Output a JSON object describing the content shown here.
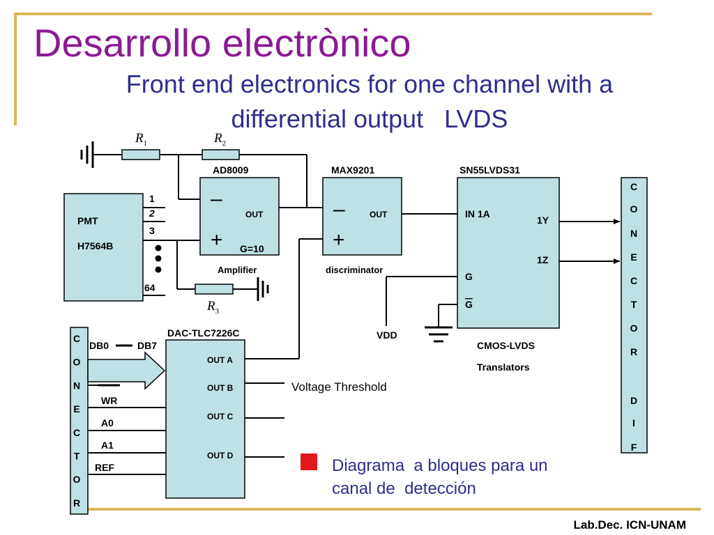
{
  "slide": {
    "title": "Desarrollo electrònico",
    "subtitle_line1": "Front end electronics for one channel with a",
    "subtitle_line2": "differential output   LVDS",
    "footer": "Lab.Dec. ICN-UNAM",
    "note_line1": "Diagrama  a bloques para un",
    "note_line2": "canal de  detección",
    "accent_color": "#8b1a93",
    "subtitle_color": "#2e2e8c",
    "block_fill": "#bfe0e4",
    "frame_color": "#d9b75a",
    "bullet_color": "#e3171d"
  },
  "diagram": {
    "pmt": {
      "label": "PMT",
      "model": "H7564B",
      "pins": [
        "1",
        "2",
        "3",
        "64"
      ]
    },
    "resistors": {
      "r1": "R",
      "r1_sub": "1",
      "r2": "R",
      "r2_sub": "2",
      "r3": "R",
      "r3_sub": "3"
    },
    "amp": {
      "name": "AD8009",
      "minus": "–",
      "plus": "+",
      "out": "OUT",
      "gain": "G=10",
      "caption": "Amplifier"
    },
    "comp": {
      "name": "MAX9201",
      "minus": "–",
      "plus": "+",
      "out": "OUT",
      "caption": "discriminator"
    },
    "lvds": {
      "name": "SN55LVDS31",
      "in": "IN 1A",
      "y": "1Y",
      "z": "1Z",
      "g": "G",
      "gbar": "G",
      "caption1": "CMOS-LVDS",
      "caption2": "Translators"
    },
    "vdd": "VDD",
    "dac": {
      "name": "DAC-TLC7226C",
      "outs": [
        "OUT A",
        "OUT B",
        "OUT C",
        "OUT D"
      ]
    },
    "dac_inputs": {
      "db0": "DB0",
      "db7": "DB7",
      "wr": "WR",
      "a0": "A0",
      "a1": "A1",
      "ref": "REF"
    },
    "voltage_threshold": "Voltage Threshold",
    "conector_left": [
      "C",
      "O",
      "N",
      "E",
      "C",
      "T",
      "O",
      "R"
    ],
    "conector_right": [
      "C",
      "O",
      "N",
      "E",
      "C",
      "T",
      "O",
      "R",
      "D",
      "I",
      "F"
    ]
  }
}
